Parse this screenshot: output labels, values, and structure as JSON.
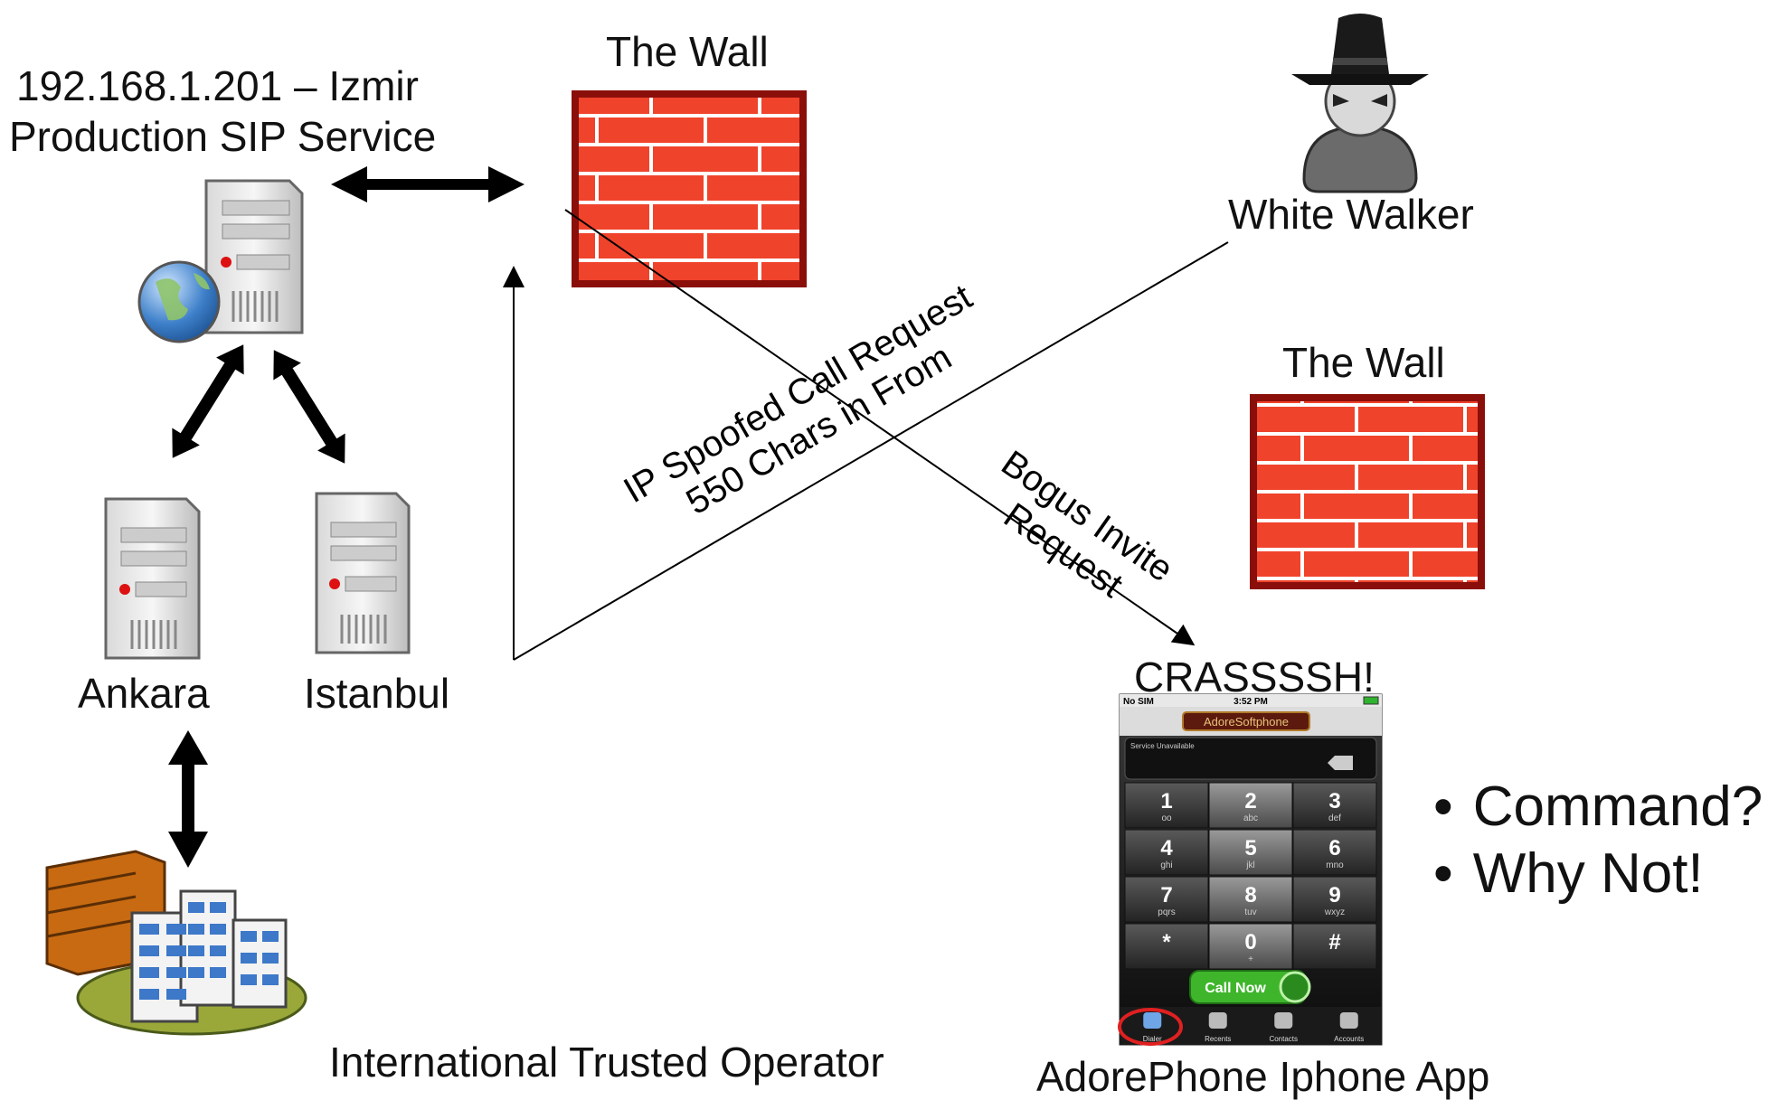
{
  "labels": {
    "izmir_ip": "192.168.1.201 – Izmir",
    "izmir_service": "Production SIP Service",
    "wall_top": "The Wall",
    "wall_right": "The Wall",
    "attacker": "White Walker",
    "ankara": "Ankara",
    "istanbul": "Istanbul",
    "operator": "International Trusted Operator",
    "crash": "CRASSSSH!",
    "app": "AdorePhone Iphone App"
  },
  "annotations": {
    "spoof_line1": "IP Spoofed Call Request",
    "spoof_line2": "550 Chars in From",
    "bogus_line1": "Bogus Invite",
    "bogus_line2": "Request"
  },
  "bullets": [
    "Command?",
    "Why Not!"
  ],
  "phone": {
    "carrier": "No SIM",
    "time": "3:52 PM",
    "app_name": "AdoreSoftphone",
    "status": "Service Unavailable",
    "keys": [
      {
        "digit": "1",
        "sub": "oo"
      },
      {
        "digit": "2",
        "sub": "abc"
      },
      {
        "digit": "3",
        "sub": "def"
      },
      {
        "digit": "4",
        "sub": "ghi"
      },
      {
        "digit": "5",
        "sub": "jkl"
      },
      {
        "digit": "6",
        "sub": "mno"
      },
      {
        "digit": "7",
        "sub": "pqrs"
      },
      {
        "digit": "8",
        "sub": "tuv"
      },
      {
        "digit": "9",
        "sub": "wxyz"
      },
      {
        "digit": "*",
        "sub": ""
      },
      {
        "digit": "0",
        "sub": "+"
      },
      {
        "digit": "#",
        "sub": ""
      }
    ],
    "call_button": "Call Now",
    "tabs": [
      "Dialer",
      "Recents",
      "Contacts",
      "Accounts"
    ]
  },
  "colors": {
    "brick": "#f0432c",
    "mortar": "#ffffff",
    "wall_border": "#8a0f0a",
    "call_green": "#3fb52c",
    "arrow": "#000000"
  }
}
